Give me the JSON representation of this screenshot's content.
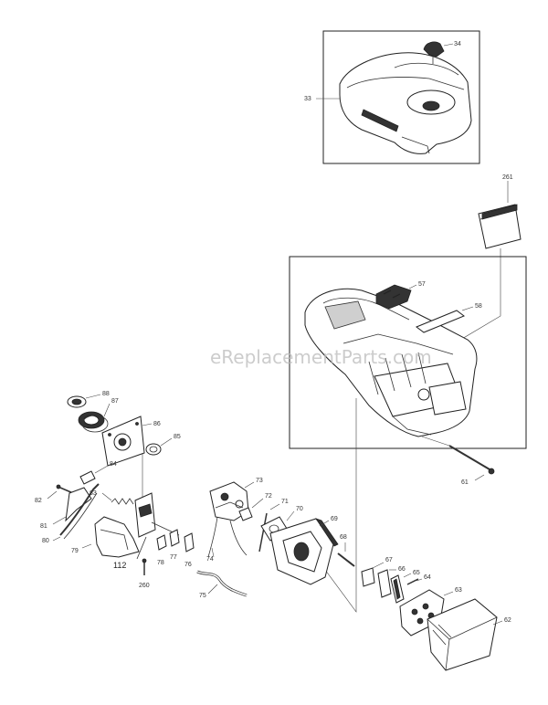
{
  "watermark": "eReplacementParts.com",
  "labels": {
    "p34": "34",
    "p33": "33",
    "p261": "261",
    "p57": "57",
    "p58": "58",
    "p61": "61",
    "p88": "88",
    "p87": "87",
    "p86": "86",
    "p85": "85",
    "p84": "84",
    "p83": "83",
    "p82": "82",
    "p81": "81",
    "p80": "80",
    "p79": "79",
    "p112": "112",
    "p260": "260",
    "p78": "78",
    "p77": "77",
    "p76": "76",
    "p75": "75",
    "p74": "74",
    "p73": "73",
    "p72": "72",
    "p71": "71",
    "p70": "70",
    "p69": "69",
    "p68": "68",
    "p67": "67",
    "p66": "66",
    "p65": "65",
    "p64": "64",
    "p63": "63",
    "p62": "62"
  }
}
